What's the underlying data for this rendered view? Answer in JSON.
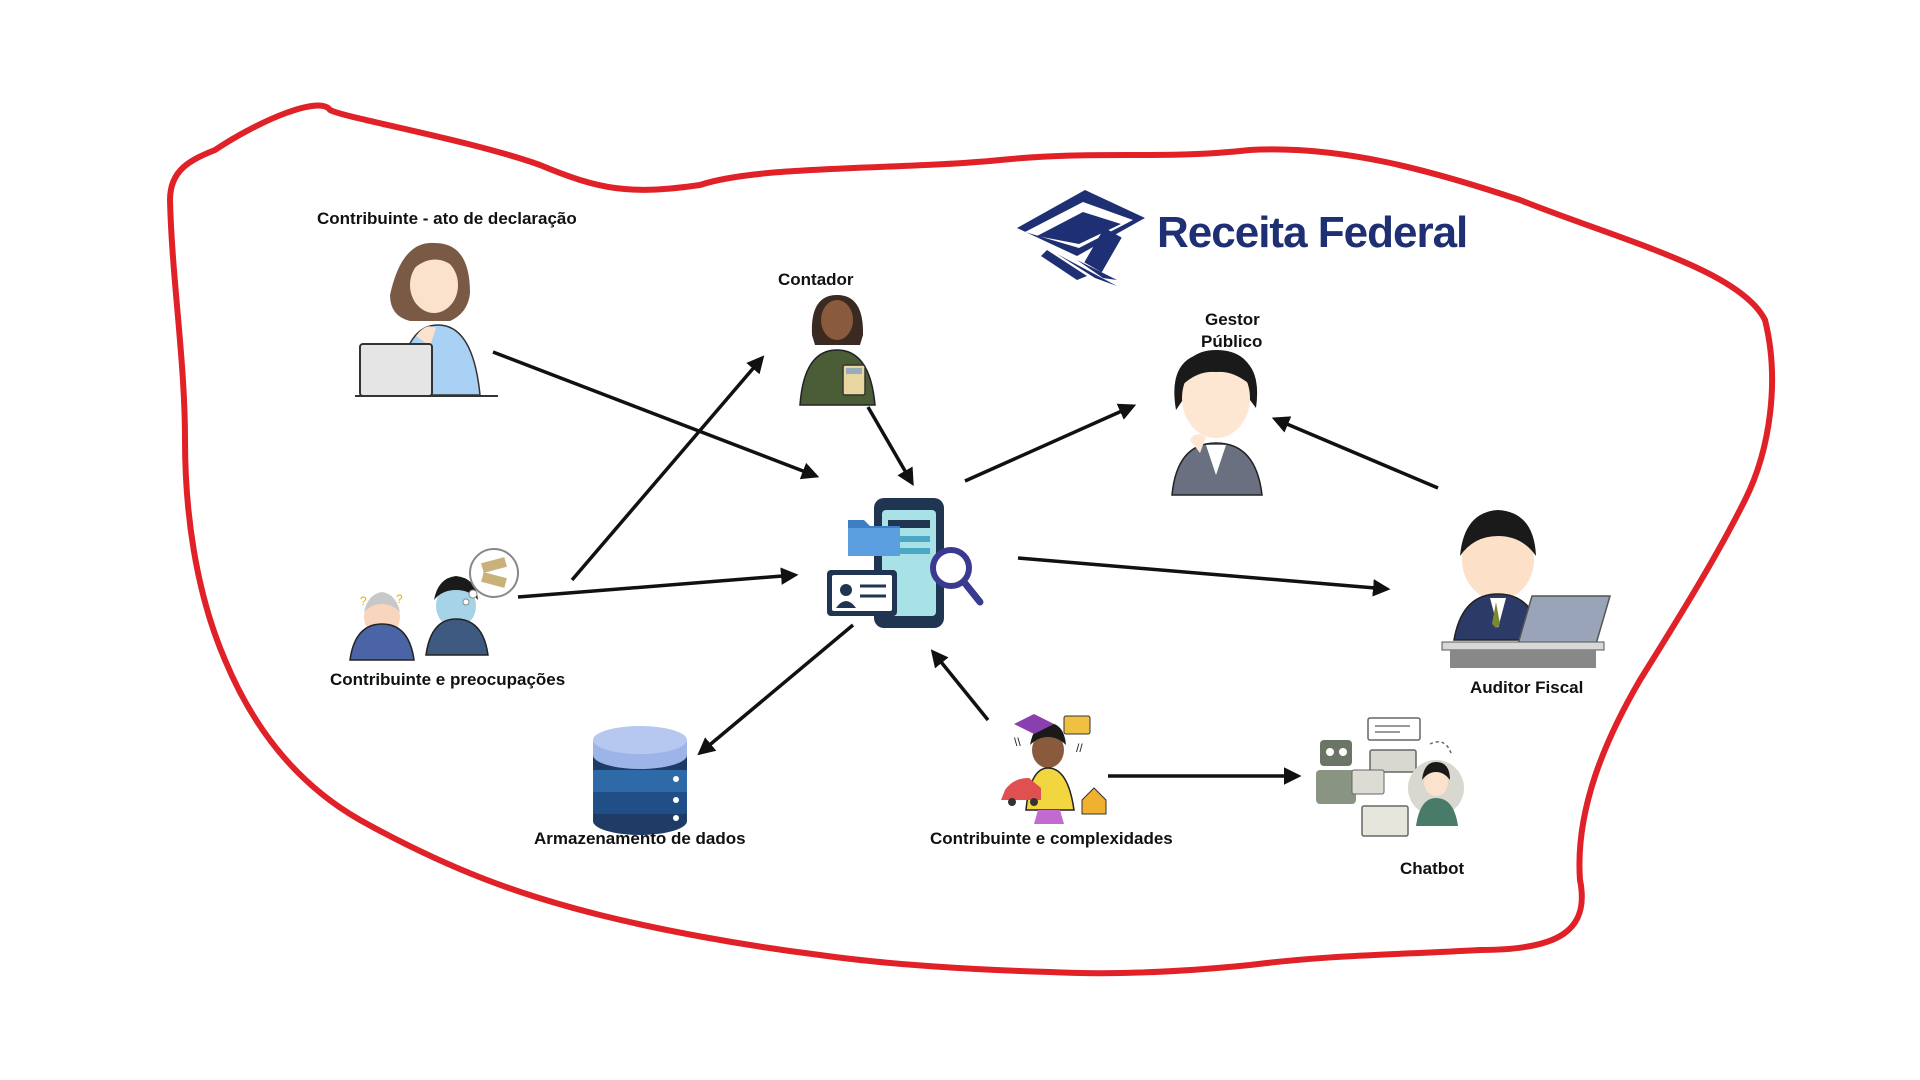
{
  "brand": {
    "name": "Receita Federal",
    "color": "#1f2f73"
  },
  "colors": {
    "boundary": "#e02128",
    "arrow": "#111111"
  },
  "nodes": {
    "contribuinte_declaracao": {
      "label": "Contribuinte - ato de declaração",
      "icon": "person-laptop-icon"
    },
    "contador": {
      "label": "Contador",
      "icon": "accountant-icon"
    },
    "gestor": {
      "label_line1": "Gestor",
      "label_line2": "Público",
      "icon": "public-manager-icon"
    },
    "contribuinte_preocupacoes": {
      "label": "Contribuinte e preocupações",
      "icon": "worried-people-icon"
    },
    "sistema": {
      "icon": "mobile-app-search-icon"
    },
    "auditor": {
      "label": "Auditor Fiscal",
      "icon": "auditor-laptop-icon"
    },
    "armazenamento": {
      "label": "Armazenamento de dados",
      "icon": "database-icon"
    },
    "contribuinte_complexidades": {
      "label": "Contribuinte e complexidades",
      "icon": "stressed-person-icon"
    },
    "chatbot": {
      "label": "Chatbot",
      "icon": "chatbot-icon"
    }
  }
}
